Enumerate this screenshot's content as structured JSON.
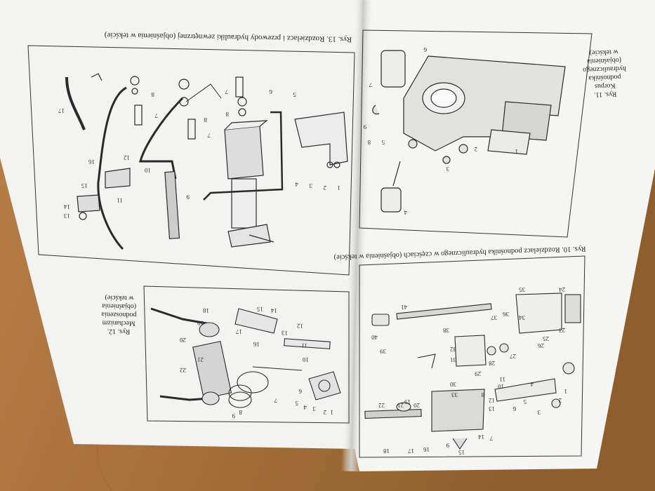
{
  "colors": {
    "wood": "#a8743e",
    "wood_dark": "#8a5a2b",
    "paper": "#f4f4f2",
    "paper_shadow": "#d8d8d6",
    "ink": "#2a2a2a"
  },
  "left_page": {
    "fig13_caption": "Rys. 13. Rozdzielacz i przewody hydrauliki zewnętrznej (objaśnienia w tekście)",
    "fig12_caption_lines": [
      "Rys. 12.",
      "Mechanizm",
      "podnoszenia",
      "(objaśnienia",
      "w tekście)"
    ],
    "fig13_part_numbers": [
      "1",
      "2",
      "3",
      "4",
      "5",
      "6",
      "7",
      "7",
      "7",
      "8",
      "8",
      "8",
      "9",
      "10",
      "11",
      "12",
      "13",
      "14",
      "15",
      "16",
      "17"
    ],
    "fig12_part_numbers": [
      "1",
      "2",
      "3",
      "4",
      "5",
      "6",
      "7",
      "8",
      "9",
      "10",
      "11",
      "12",
      "13",
      "14",
      "15",
      "16",
      "17",
      "18",
      "19",
      "20",
      "21",
      "22"
    ]
  },
  "right_page": {
    "fig11_caption_lines": [
      "Rys. 11.",
      "Korpus",
      "podnośnika",
      "hydraulicznego",
      "(objaśnienia",
      "w tekście)"
    ],
    "fig10_caption": "Rys. 10. Rozdzielacz podnośnika hydraulicznego w częściach (objaśnienia w tekście)",
    "fig11_part_numbers": [
      "1",
      "2",
      "3",
      "4",
      "5",
      "6",
      "7",
      "8",
      "9"
    ],
    "fig10_part_numbers": [
      "1",
      "2",
      "3",
      "4",
      "5",
      "6",
      "7",
      "8",
      "9",
      "10",
      "11",
      "12",
      "13",
      "14",
      "15",
      "16",
      "17",
      "18",
      "19",
      "20",
      "21",
      "22",
      "23",
      "24",
      "25",
      "26",
      "27",
      "28",
      "29",
      "30",
      "31",
      "32",
      "33",
      "34",
      "35",
      "36",
      "37",
      "38",
      "39",
      "40",
      "41"
    ]
  }
}
